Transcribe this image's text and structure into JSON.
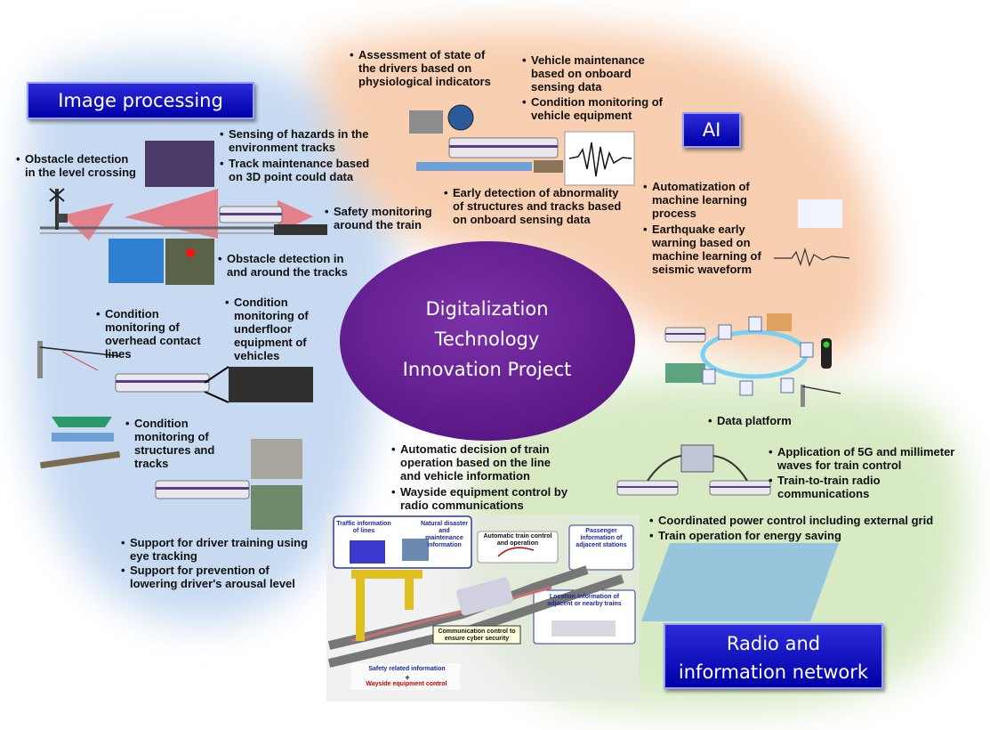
{
  "center": {
    "line1": "Digitalization",
    "line2": "Technology",
    "line3": "Innovation Project"
  },
  "titles": {
    "image_processing": "Image processing",
    "ai": "AI",
    "radio_line1": "Radio and",
    "radio_line2": "information network"
  },
  "bullets": {
    "obstacle_level_crossing": [
      "Obstacle detection",
      "in the level crossing"
    ],
    "sensing_hazards": [
      "Sensing of hazards in the",
      "environment  tracks"
    ],
    "track_maintenance": [
      "Track maintenance based",
      "on 3D point could data"
    ],
    "safety_monitoring": [
      "Safety monitoring",
      "around the train"
    ],
    "obstacle_tracks": [
      "Obstacle detection in",
      "and around the tracks"
    ],
    "overhead_lines": [
      "Condition",
      "monitoring  of",
      "overhead contact",
      "lines"
    ],
    "underfloor": [
      "Condition",
      "monitoring  of",
      "underfloor",
      "equipment  of",
      "vehicles"
    ],
    "structures_tracks": [
      "Condition",
      "monitoring  of",
      "structures and",
      "tracks"
    ],
    "driver_training": [
      "Support  for driver training using",
      "eye tracking"
    ],
    "arousal": [
      "Support  for prevention  of",
      "lowering driver's arousal level"
    ],
    "drivers_state": [
      "Assessment of state of",
      "the drivers based on",
      "physiological indicators"
    ],
    "vehicle_maintenance": [
      "Vehicle maintenance",
      "based on onboard",
      "sensing data"
    ],
    "vehicle_equipment": [
      "Condition monitoring  of",
      "vehicle equipment"
    ],
    "early_detection": [
      "Early detection of abnormality",
      "of structures and tracks based",
      "on onboard  sensing data"
    ],
    "ml_automation": [
      "Automatization  of",
      "machine learning",
      "process"
    ],
    "earthquake": [
      "Earthquake early",
      "warning based on",
      "machine learning of",
      "seismic waveform"
    ],
    "data_platform": [
      "Data platform"
    ],
    "auto_decision": [
      "Automatic decision of train",
      "operation based on the line",
      "and vehicle information"
    ],
    "wayside_control": [
      "Wayside equipment  control by",
      "radio communications"
    ],
    "fiveg": [
      "Application of 5G and millimeter",
      "waves for train control"
    ],
    "train_to_train": [
      "Train-to-train radio",
      "communications"
    ],
    "power_control": [
      "Coordinated power control including external grid"
    ],
    "energy_saving": [
      "Train operation for energy saving"
    ]
  },
  "diagram_labels": {
    "traffic_info": "Traffic information of lines",
    "natural_disaster": "Natural disaster and maintenance information",
    "automatic_control": "Automatic train control and operation",
    "passenger_info": "Passenger information of adjacent stations",
    "location_info": "Location information of adjacent or nearby trains",
    "communication_control": "Communication control to ensure cyber security",
    "safety_info": "Safety related information",
    "plus": "+",
    "wayside_equipment_control": "Wayside equipment control"
  },
  "colors": {
    "blue_region": "#c9dcf2",
    "orange_region": "#f9d2b4",
    "green_region": "#d8ebc6",
    "center_ellipse": "#6a1f96",
    "title_box": "#0a0ac0",
    "train_stripe": "#5a3d8a"
  }
}
